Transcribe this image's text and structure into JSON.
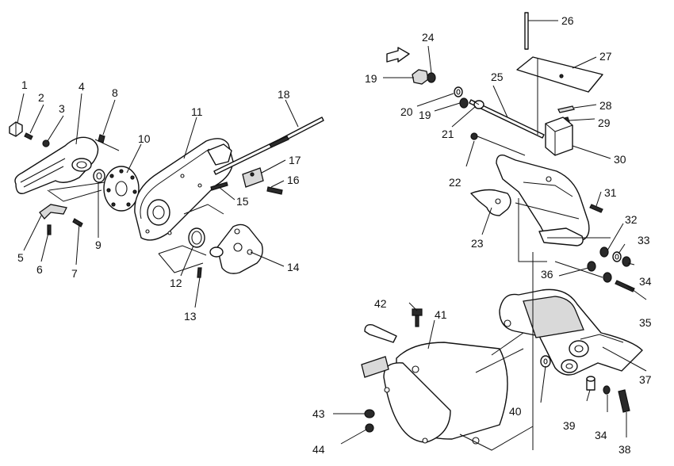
{
  "diagram": {
    "callouts": [
      "1",
      "2",
      "3",
      "4",
      "5",
      "6",
      "7",
      "8",
      "9",
      "10",
      "11",
      "12",
      "13",
      "14",
      "15",
      "16",
      "17",
      "18",
      "19",
      "20",
      "21",
      "22",
      "23",
      "24",
      "25",
      "26",
      "27",
      "28",
      "29",
      "30",
      "31",
      "32",
      "33",
      "34",
      "35",
      "36",
      "37",
      "38",
      "39",
      "40",
      "41",
      "42",
      "43",
      "44"
    ],
    "line_color": "#111111",
    "background": "#ffffff"
  }
}
